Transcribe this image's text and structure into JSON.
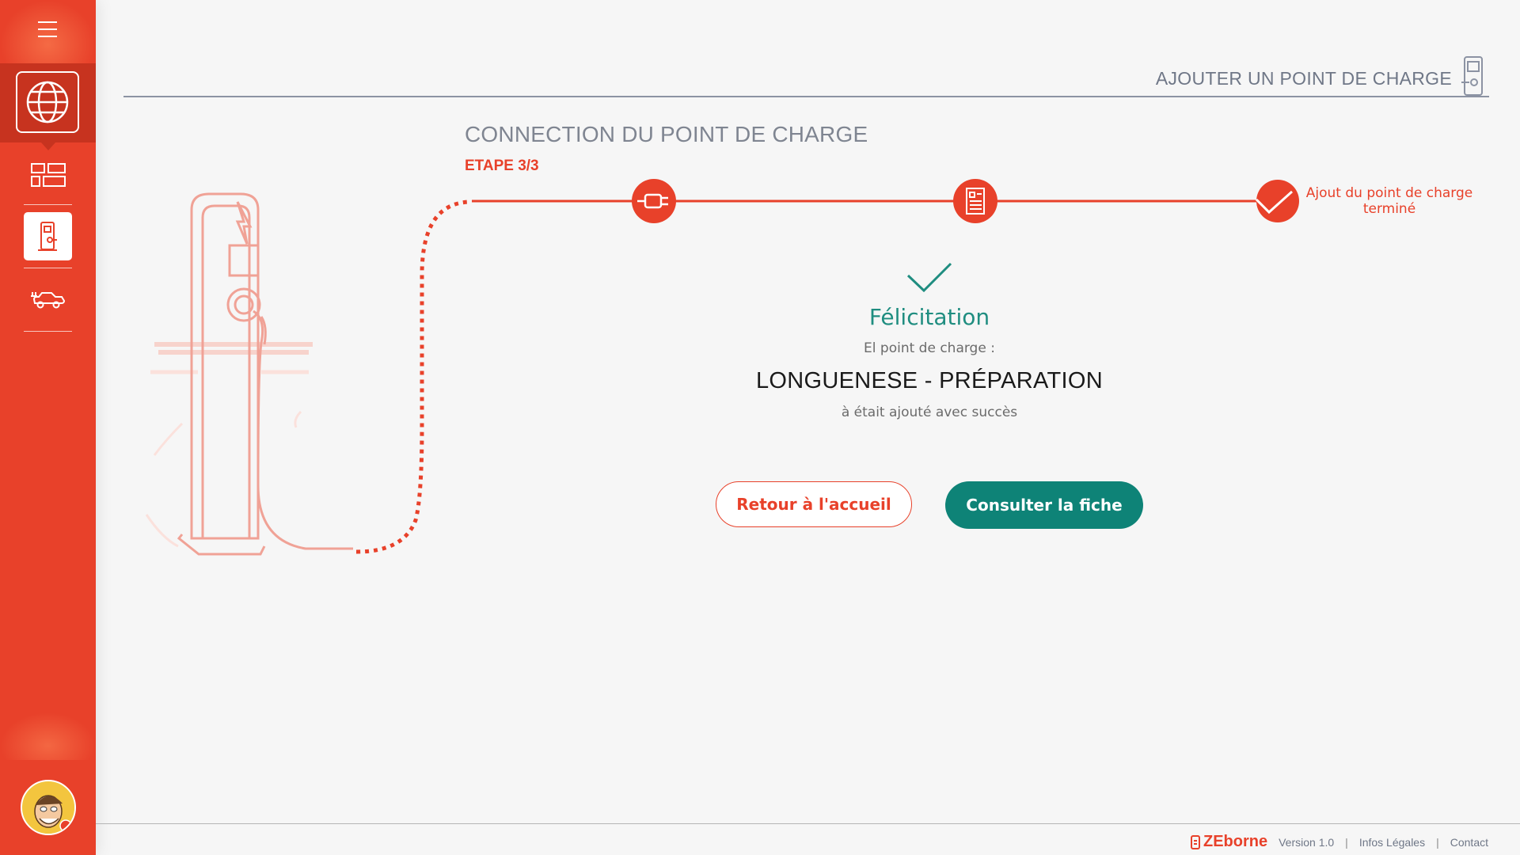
{
  "header": {
    "title": "AJOUTER UN POINT DE CHARGE"
  },
  "sidebar": {
    "items": [
      {
        "name": "map",
        "icon": "globe-icon"
      },
      {
        "name": "dashboard",
        "icon": "dashboard-icon"
      },
      {
        "name": "charging-points",
        "icon": "charging-station-icon"
      },
      {
        "name": "vehicles",
        "icon": "ev-car-icon"
      }
    ]
  },
  "wizard": {
    "title": "CONNECTION DU POINT DE CHARGE",
    "step": "ETAPE 3/3",
    "steps": [
      {
        "icon": "plug-icon"
      },
      {
        "icon": "form-icon"
      },
      {
        "icon": "checkmark-icon",
        "label": "Ajout du point de charge terminé"
      }
    ]
  },
  "success": {
    "title": "Félicitation",
    "prefix": "El point de charge :",
    "station": "LONGUENESE - PRÉPARATION",
    "suffix": "à était ajouté avec succès"
  },
  "buttons": {
    "back": "Retour à l'accueil",
    "view": "Consulter la fiche"
  },
  "footer": {
    "brand": "ZEborne",
    "version": "Version 1.0",
    "sep": "|",
    "legal": "Infos Légales",
    "contact": "Contact"
  },
  "colors": {
    "accent": "#e8412a",
    "teal": "#0e8377",
    "header_text": "#6f7787"
  }
}
